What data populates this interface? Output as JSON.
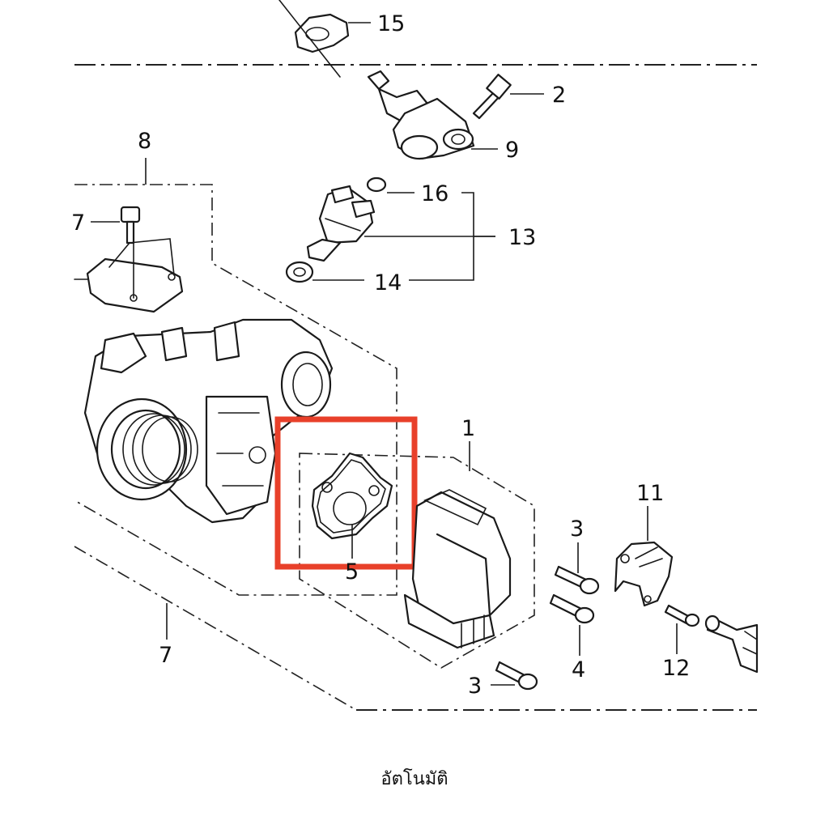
{
  "callouts": {
    "c15": "15",
    "c2": "2",
    "c9": "9",
    "c8": "8",
    "c16": "16",
    "c13": "13",
    "c14": "14",
    "c7_top": "7",
    "c1": "1",
    "c3_top": "3",
    "c11": "11",
    "c5": "5",
    "c4": "4",
    "c12": "12",
    "c7_bottom": "7",
    "c3_bottom": "3"
  },
  "caption": "อัตโนมัติ",
  "highlight": {
    "color": "#e8402a",
    "part_ref": "5"
  }
}
